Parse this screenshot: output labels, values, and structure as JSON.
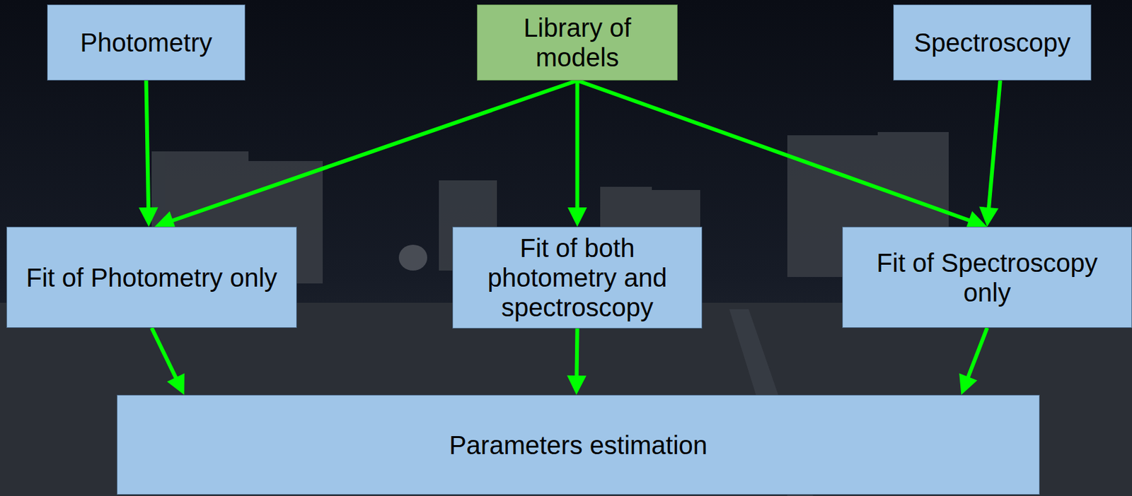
{
  "diagram": {
    "nodes": [
      {
        "text": [
          "Photometry"
        ]
      },
      {
        "text": [
          "Library of models"
        ]
      },
      {
        "text": [
          "Spectroscopy"
        ]
      },
      {
        "text": [
          "Fit of Photometry only"
        ]
      },
      {
        "text": [
          "Fit of both photometry and spectroscopy"
        ]
      },
      {
        "text": [
          "Fit of Spectroscopy only"
        ]
      },
      {
        "text": [
          "Parameters estimation"
        ]
      }
    ],
    "edges": [
      {
        "from": 0,
        "to": 3,
        "arrow": "to"
      },
      {
        "from": 1,
        "to": 3,
        "arrow": "to"
      },
      {
        "from": 1,
        "to": 4,
        "arrow": "to"
      },
      {
        "from": 1,
        "to": 5,
        "arrow": "to"
      },
      {
        "from": 2,
        "to": 5,
        "arrow": "to"
      },
      {
        "from": 3,
        "to": 6,
        "arrow": "to"
      },
      {
        "from": 4,
        "to": 6,
        "arrow": "to"
      },
      {
        "from": 5,
        "to": 6,
        "arrow": "to"
      }
    ]
  }
}
